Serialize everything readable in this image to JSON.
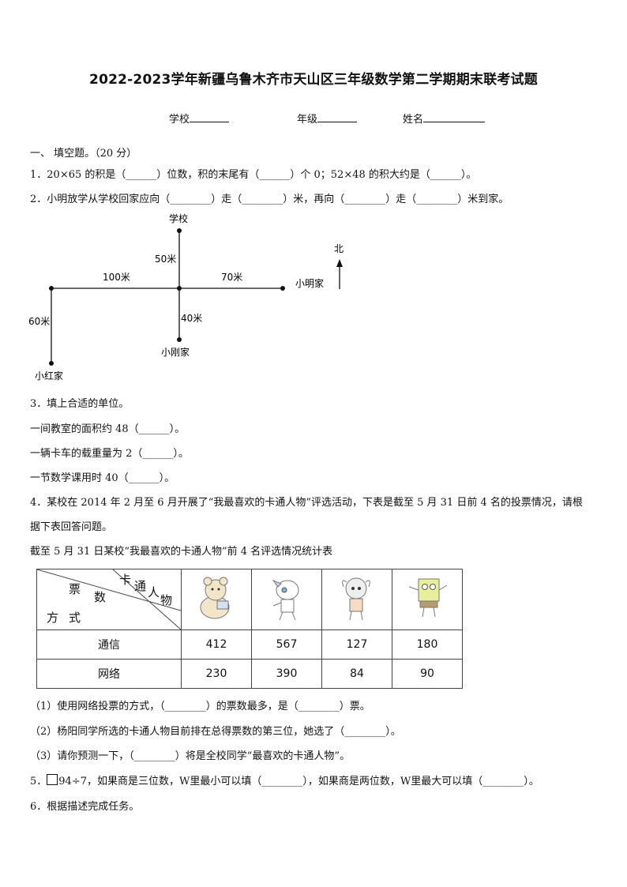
{
  "title": "2022-2023学年新疆乌鲁木齐市天山区三年级数学第二学期期末联考试题",
  "meta": {
    "school": "学校",
    "grade": "年级",
    "name": "姓名"
  },
  "section1": "一、 填空题。（20 分）",
  "q1": "1．20×65 的积是（______）位数，积的末尾有（______）个 0；52×48 的积大约是（______）。",
  "q2": "2．小明放学从学校回家应向（________）走（________）米，再向（________）走（________）米到家。",
  "map": {
    "school": "学校",
    "xiaoming": "小明家",
    "xiaogang": "小刚家",
    "xiaohong": "小红家",
    "north": "北",
    "d100": "100米",
    "d70": "70米",
    "d50": "50米",
    "d40": "40米",
    "d60": "60米"
  },
  "q3": "3．填上合适的单位。",
  "q3a": "一间教室的面积约 48（______）。",
  "q3b": "一辆卡车的载重量为 2（______）。",
  "q3c": "一节数学课用时 40（______）。",
  "q4_line1": "4．某校在 2014 年 2 月至 6 月开展了“我最喜欢的卡通人物”评选活动，下表是截至 5 月 31 日前 4 名的投票情况，请根",
  "q4_line2": "据下表回答问题。",
  "table_caption": "截至 5 月 31 日某校“我最喜欢的卡通人物”前 4 名评选情况统计表",
  "table": {
    "hdr_piao": "票",
    "hdr_shu": "数",
    "hdr_ka": "卡",
    "hdr_tong": "通",
    "hdr_ren": "人",
    "hdr_wu": "物",
    "hdr_fang": "方",
    "hdr_shi": "式",
    "rows": [
      {
        "label": "通信",
        "values": [
          "412",
          "567",
          "127",
          "180"
        ]
      },
      {
        "label": "网络",
        "values": [
          "230",
          "390",
          "84",
          "90"
        ]
      }
    ]
  },
  "q4_1": "（1）使用网络投票的方式，（________）的票数最多，是（________）票。",
  "q4_2": "（2）杨阳同学所选的卡通人物目前排在总得票数的第三位，她选了（________）。",
  "q4_3": "（3）请你预测一下，（________）将是全校同学“最喜欢的卡通人物”。",
  "q5_prefix": "5．",
  "q5_text": "94÷7，如果商是三位数，W里最小可以填（________），如果商是两位数，W里最大可以填（________）。",
  "q6": "6．根据描述完成任务。"
}
